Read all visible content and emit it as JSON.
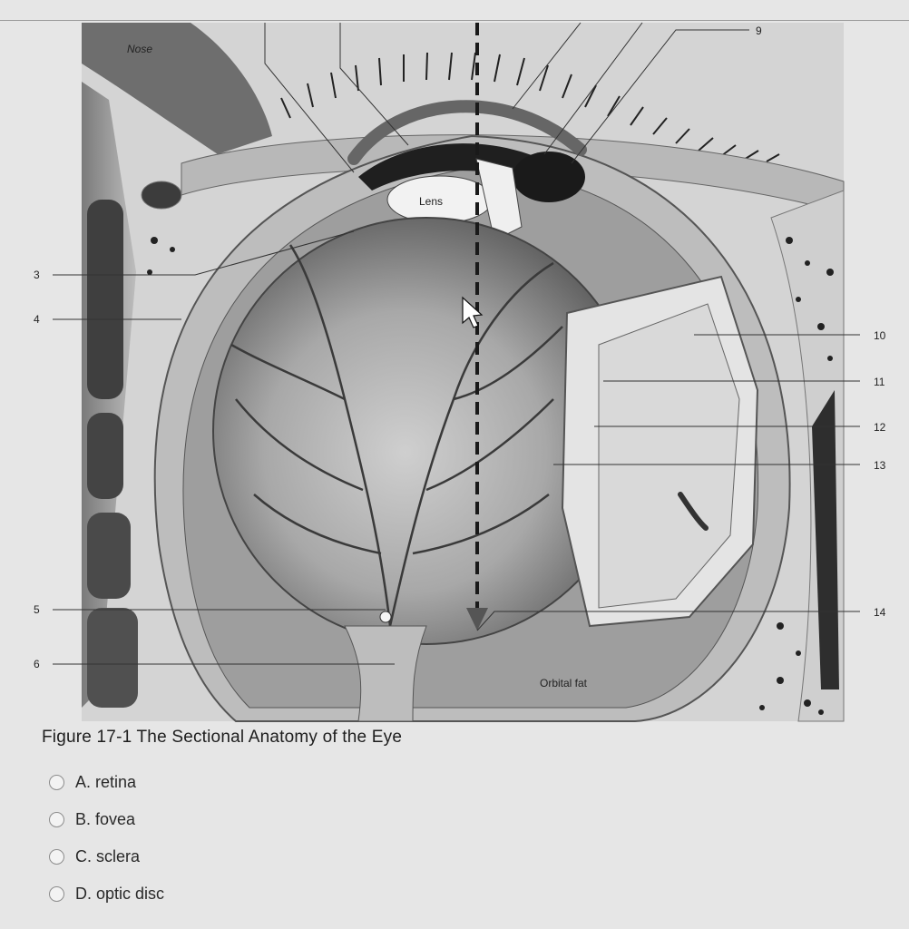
{
  "figure": {
    "labels": {
      "nose": "Nose",
      "lens": "Lens",
      "orbital_fat": "Orbital fat",
      "n3": "3",
      "n4": "4",
      "n5": "5",
      "n6": "6",
      "n9": "9",
      "n10": "10",
      "n11": "11",
      "n12": "12",
      "n13": "13",
      "n14": "14"
    },
    "caption": "Figure 17-1 The Sectional Anatomy of the Eye"
  },
  "question": {
    "options": [
      {
        "label": "A. retina"
      },
      {
        "label": "B. fovea"
      },
      {
        "label": "C. sclera"
      },
      {
        "label": "D. optic disc"
      }
    ]
  }
}
